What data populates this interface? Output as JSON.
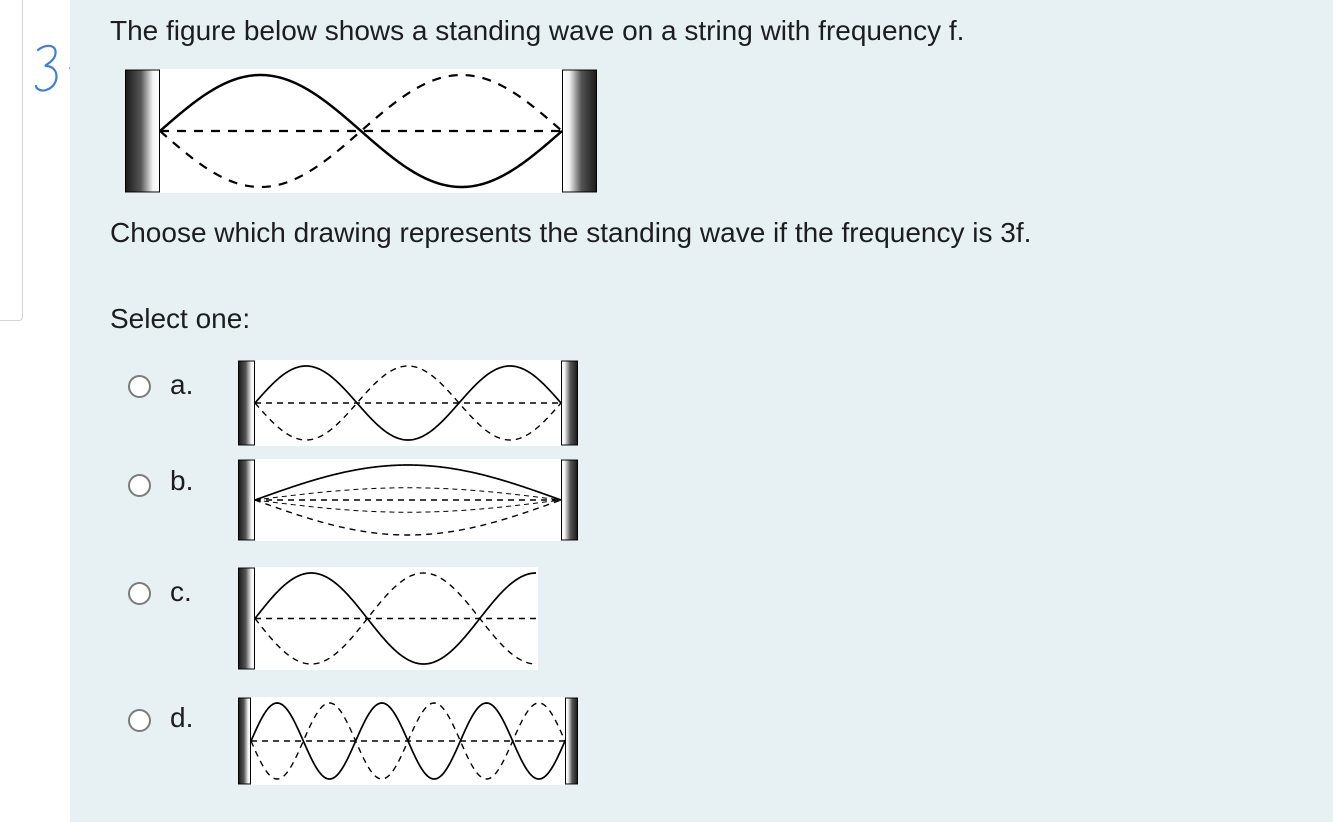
{
  "question": {
    "number_mark": "3.",
    "stem": "The figure below shows a standing wave on a string with frequency f.",
    "prompt": "Choose which drawing represents the standing wave if the frequency is 3f.",
    "select_label": "Select one:"
  },
  "reference_figure": {
    "loops": 2,
    "full_wall_right": true
  },
  "options": [
    {
      "letter": "a.",
      "loops": 3,
      "selected": false
    },
    {
      "letter": "b.",
      "loops": 1,
      "selected": false
    },
    {
      "letter": "c.",
      "loops": 2.5,
      "selected": false
    },
    {
      "letter": "d.",
      "loops": 6,
      "selected": false
    }
  ],
  "colors": {
    "panel_bg": "#e7f0f3",
    "annotation_ink": "#3f7fd6",
    "radio_border": "#7b7b7b"
  }
}
